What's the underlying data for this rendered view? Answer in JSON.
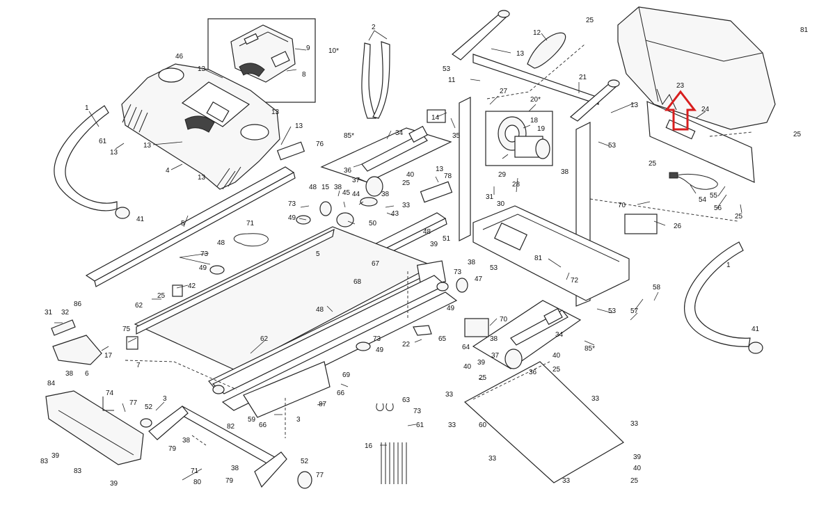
{
  "diagram": {
    "highlight_color": "#d81e1e",
    "line_color": "#222222",
    "callouts": [
      {
        "id": "c1",
        "text": "1"
      },
      {
        "id": "c2",
        "text": "2"
      },
      {
        "id": "c3",
        "text": "3"
      },
      {
        "id": "c4",
        "text": "4"
      },
      {
        "id": "c5",
        "text": "5"
      },
      {
        "id": "c6",
        "text": "6"
      },
      {
        "id": "c7",
        "text": "7"
      },
      {
        "id": "c8",
        "text": "8"
      },
      {
        "id": "c9",
        "text": "9"
      },
      {
        "id": "c10",
        "text": "10*"
      },
      {
        "id": "c11",
        "text": "11"
      },
      {
        "id": "c12",
        "text": "12"
      },
      {
        "id": "c13",
        "text": "13"
      },
      {
        "id": "c14",
        "text": "14"
      },
      {
        "id": "c15",
        "text": "15"
      },
      {
        "id": "c16",
        "text": "16"
      },
      {
        "id": "c17",
        "text": "17"
      },
      {
        "id": "c18",
        "text": "18"
      },
      {
        "id": "c19",
        "text": "19"
      },
      {
        "id": "c20",
        "text": "20*"
      },
      {
        "id": "c21",
        "text": "21"
      },
      {
        "id": "c22",
        "text": "22"
      },
      {
        "id": "c23",
        "text": "23"
      },
      {
        "id": "c24",
        "text": "24"
      },
      {
        "id": "c25",
        "text": "25"
      },
      {
        "id": "c26",
        "text": "26"
      },
      {
        "id": "c27",
        "text": "27"
      },
      {
        "id": "c28",
        "text": "28"
      },
      {
        "id": "c29",
        "text": "29"
      },
      {
        "id": "c30",
        "text": "30"
      },
      {
        "id": "c31",
        "text": "31"
      },
      {
        "id": "c32",
        "text": "32"
      },
      {
        "id": "c33",
        "text": "33"
      },
      {
        "id": "c34",
        "text": "34"
      },
      {
        "id": "c35",
        "text": "35"
      },
      {
        "id": "c36",
        "text": "36"
      },
      {
        "id": "c37",
        "text": "37"
      },
      {
        "id": "c38",
        "text": "38"
      },
      {
        "id": "c39",
        "text": "39"
      },
      {
        "id": "c40",
        "text": "40"
      },
      {
        "id": "c41",
        "text": "41"
      },
      {
        "id": "c42",
        "text": "42"
      },
      {
        "id": "c43",
        "text": "43"
      },
      {
        "id": "c44",
        "text": "44"
      },
      {
        "id": "c45",
        "text": "45"
      },
      {
        "id": "c46",
        "text": "46"
      },
      {
        "id": "c47",
        "text": "47"
      },
      {
        "id": "c48",
        "text": "48"
      },
      {
        "id": "c49",
        "text": "49"
      },
      {
        "id": "c50",
        "text": "50"
      },
      {
        "id": "c51",
        "text": "51"
      },
      {
        "id": "c52",
        "text": "52"
      },
      {
        "id": "c53",
        "text": "53"
      },
      {
        "id": "c54",
        "text": "54"
      },
      {
        "id": "c55",
        "text": "55"
      },
      {
        "id": "c56",
        "text": "56"
      },
      {
        "id": "c57",
        "text": "57"
      },
      {
        "id": "c58",
        "text": "58"
      },
      {
        "id": "c59",
        "text": "59"
      },
      {
        "id": "c60",
        "text": "60"
      },
      {
        "id": "c61",
        "text": "61"
      },
      {
        "id": "c62",
        "text": "62"
      },
      {
        "id": "c63",
        "text": "63"
      },
      {
        "id": "c64",
        "text": "64"
      },
      {
        "id": "c65",
        "text": "65"
      },
      {
        "id": "c66",
        "text": "66"
      },
      {
        "id": "c67",
        "text": "67"
      },
      {
        "id": "c68",
        "text": "68"
      },
      {
        "id": "c69",
        "text": "69"
      },
      {
        "id": "c70",
        "text": "70"
      },
      {
        "id": "c71",
        "text": "71"
      },
      {
        "id": "c72",
        "text": "72"
      },
      {
        "id": "c73",
        "text": "73"
      },
      {
        "id": "c74",
        "text": "74"
      },
      {
        "id": "c75",
        "text": "75"
      },
      {
        "id": "c76",
        "text": "76"
      },
      {
        "id": "c77",
        "text": "77"
      },
      {
        "id": "c78",
        "text": "78"
      },
      {
        "id": "c79",
        "text": "79"
      },
      {
        "id": "c80",
        "text": "80"
      },
      {
        "id": "c81",
        "text": "81"
      },
      {
        "id": "c82",
        "text": "82"
      },
      {
        "id": "c83",
        "text": "83"
      },
      {
        "id": "c84",
        "text": "84"
      },
      {
        "id": "c85",
        "text": "85*"
      },
      {
        "id": "c86",
        "text": "86"
      },
      {
        "id": "c87",
        "text": "87"
      }
    ]
  }
}
